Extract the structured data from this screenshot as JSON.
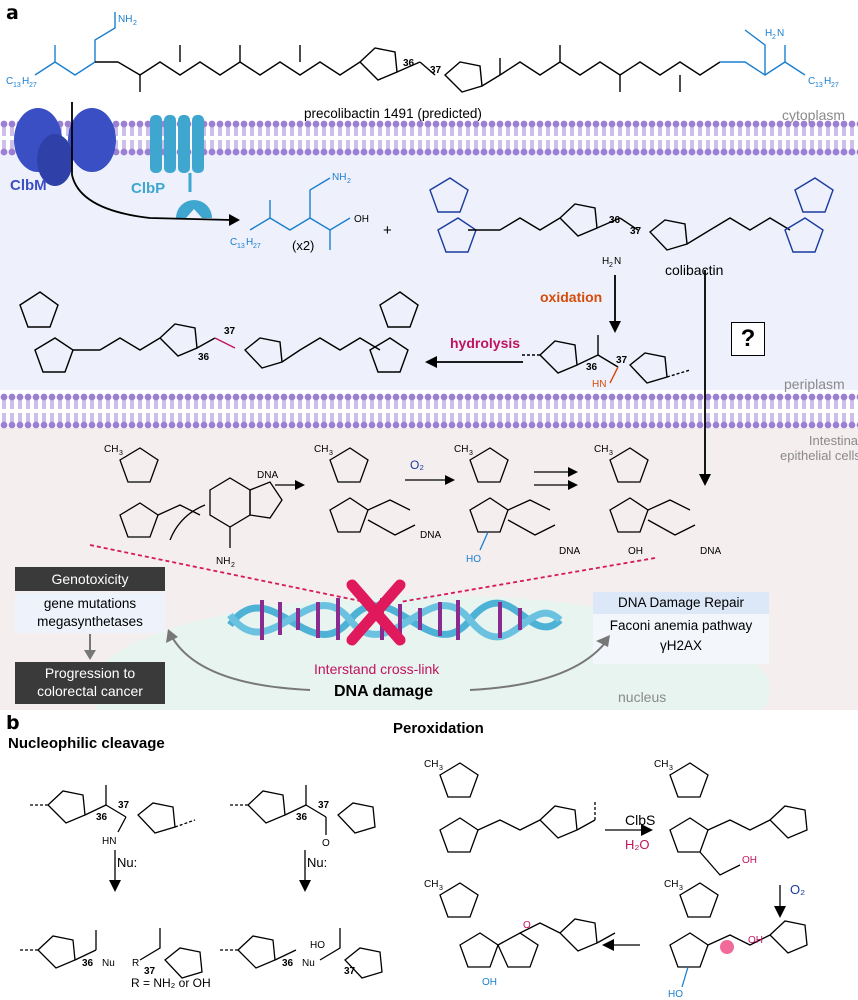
{
  "panel_a": {
    "letter": "a",
    "precursor_label": "precolibactin 1491 (predicted)",
    "compartments": {
      "cytoplasm": "cytoplasm",
      "periplasm": "periplasm",
      "epithelial": "Intestinal\nepithelial cells",
      "nucleus": "nucleus"
    },
    "proteins": {
      "clbm": "ClbM",
      "clbp": "ClbP"
    },
    "prodrug_count": "(x2)",
    "colibactin_label": "colibactin",
    "oxidation_label": "oxidation",
    "hydrolysis_label": "hydrolysis",
    "question": "?",
    "o2": "O₂",
    "genotoxicity": {
      "title": "Genotoxicity",
      "line1": "gene mutations",
      "line2": "megasynthetases"
    },
    "progression": {
      "line1": "Progression to",
      "line2": "colorectal cancer"
    },
    "repair": {
      "title": "DNA Damage Repair",
      "line1": "Faconi anemia pathway",
      "line2": "γH2AX"
    },
    "crosslink": "Interstand cross-link",
    "dna_damage": "DNA damage"
  },
  "panel_b": {
    "letter": "b",
    "nucleophilic_title": "Nucleophilic cleavage",
    "peroxidation_title": "Peroxidation",
    "nu": "Nu:",
    "r_label": "R = NH₂ or OH",
    "clbs": "ClbS",
    "h2o": "H₂O",
    "o2": "O₂"
  },
  "colors": {
    "blue": "#1a7fd0",
    "orange": "#d64a0a",
    "magenta": "#c0135f",
    "membrane": "#8d6cc9",
    "clbm": "#3b4fc4",
    "clbp": "#3fa7cf"
  }
}
